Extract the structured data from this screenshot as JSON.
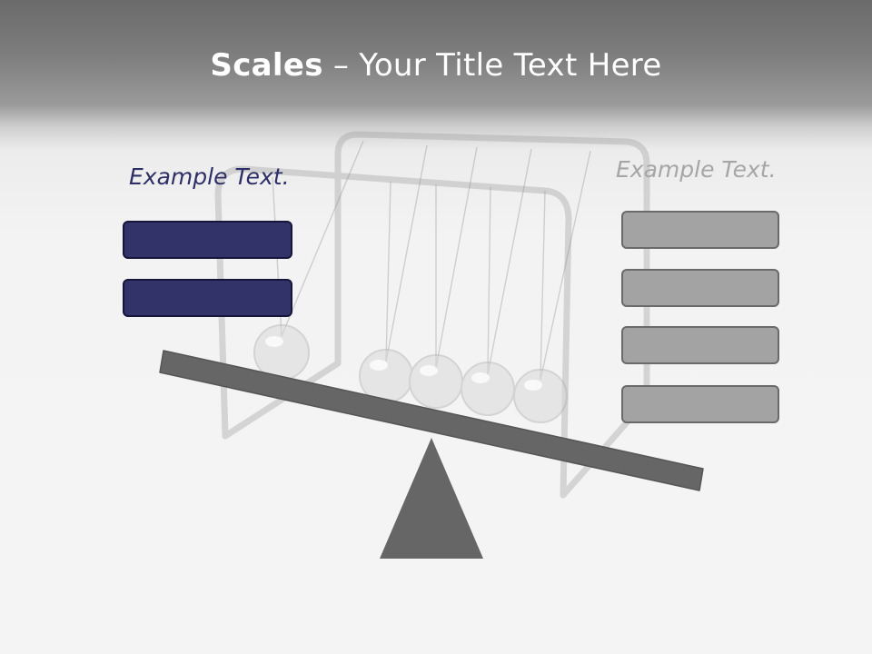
{
  "slide": {
    "title_bold": "Scales",
    "title_rest": " – Your Title Text Here"
  },
  "left_panel": {
    "label": "Example Text.",
    "bars": 2,
    "color": "#323469"
  },
  "right_panel": {
    "label": "Example Text.",
    "bars": 4,
    "color": "#a3a3a3"
  },
  "scale": {
    "beam_color": "#666666",
    "fulcrum_color": "#666666"
  },
  "background": {
    "header_color": "#6b6b6b",
    "body_color": "#f4f4f4",
    "image": "newtons-cradle"
  }
}
